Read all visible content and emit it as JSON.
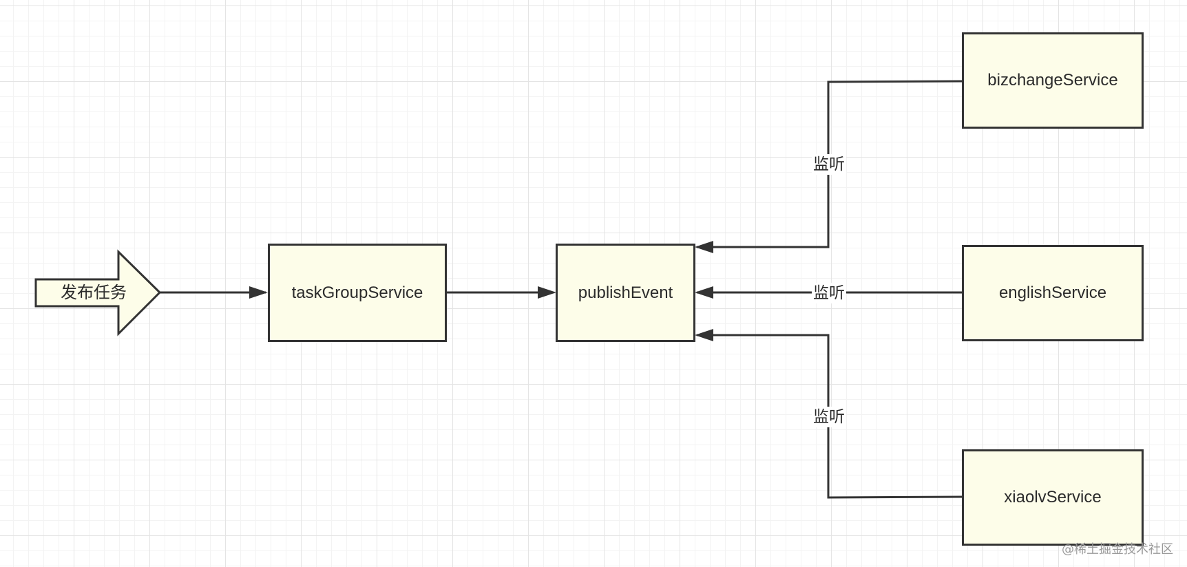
{
  "nodes": {
    "publish_task": "发布任务",
    "task_group_service": "taskGroupService",
    "publish_event": "publishEvent",
    "bizchange_service": "bizchangeService",
    "english_service": "englishService",
    "xiaolv_service": "xiaolvService"
  },
  "edges": {
    "bizchange_label": "监听",
    "english_label": "监听",
    "xiaolv_label": "监听"
  },
  "watermark": "@稀土掘金技术社区",
  "colors": {
    "box_fill": "#fdfde9",
    "stroke": "#333333"
  }
}
